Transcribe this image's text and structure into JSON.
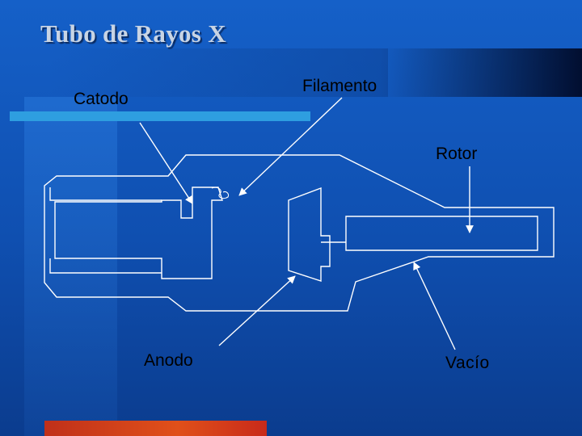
{
  "slide": {
    "title": "Tubo de Rayos X"
  },
  "labels": {
    "catodo": "Catodo",
    "filamento": "Filamento",
    "rotor": "Rotor",
    "anodo": "Anodo",
    "vacio": "Vacío"
  },
  "colors": {
    "background": "#1560c8",
    "line": "#ffffff",
    "text": "#000000",
    "title_text": "#c8d4e4",
    "accent_bar": "#2e9ee0",
    "red_bar": "#d8401a"
  }
}
